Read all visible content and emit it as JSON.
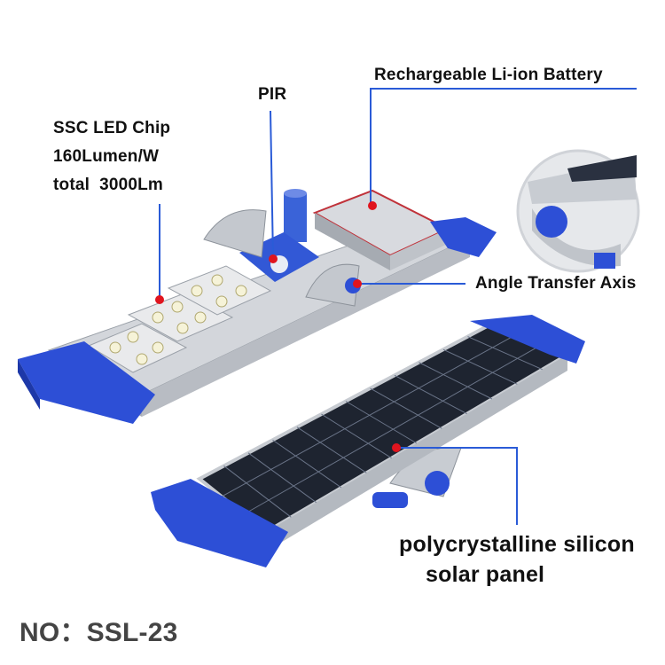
{
  "labels": {
    "battery": "Rechargeable Li-ion Battery",
    "pir": "PIR",
    "led_line1": "SSC LED Chip",
    "led_line2": "160Lumen/W",
    "led_line3": "total  3000Lm",
    "axis": "Angle Transfer Axis",
    "solar_line1": "polycrystalline silicon",
    "solar_line2": "solar panel",
    "model": "NO：SSL-23"
  },
  "colors": {
    "leader": "#2a5bd7",
    "marker": "#e0141e",
    "cap_blue": "#2d4fd6",
    "aluminium": "#c9ccd1",
    "panel": "#1e2430"
  }
}
